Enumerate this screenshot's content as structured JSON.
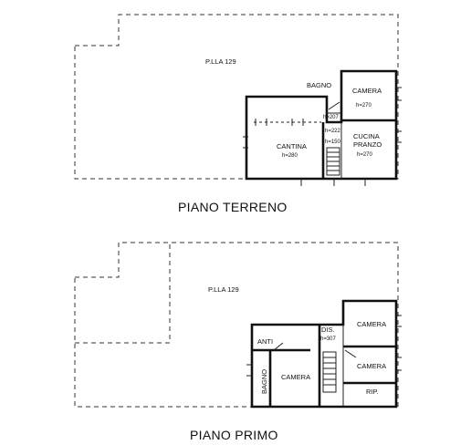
{
  "ground_floor": {
    "title": "PIANO TERRENO",
    "parcel": "P.LLA 129",
    "rooms": {
      "bagno": "BAGNO",
      "bagno_h": "h=207",
      "camera": "CAMERA",
      "camera_h": "h=270",
      "cantina": "CANTINA",
      "cantina_h": "h=280",
      "cucina_1": "CUCINA",
      "cucina_2": "PRANZO",
      "cucina_h": "h=270",
      "h_222": "h=222",
      "h_150": "h=150"
    }
  },
  "first_floor": {
    "title": "PIANO PRIMO",
    "parcel": "P.LLA 129",
    "rooms": {
      "anti": "ANTI",
      "dis": "DIS.",
      "dis_h": "h=307",
      "camera_top": "CAMERA",
      "camera_mid": "CAMERA",
      "camera_left": "CAMERA",
      "bagno": "BAGNO",
      "rip": "RIP."
    }
  }
}
